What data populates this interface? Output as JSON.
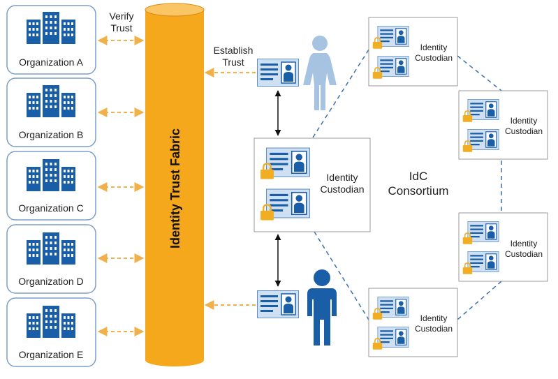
{
  "organizations": [
    {
      "label": "Organization A"
    },
    {
      "label": "Organization B"
    },
    {
      "label": "Organization C"
    },
    {
      "label": "Organization D"
    },
    {
      "label": "Organization E"
    }
  ],
  "fabric": {
    "label": "Identity Trust Fabric"
  },
  "labels": {
    "verify_trust": [
      "Verify",
      "Trust"
    ],
    "establish_trust": [
      "Establish",
      "Trust"
    ]
  },
  "custodian_label": [
    "Identity",
    "Custodian"
  ],
  "consortium": {
    "lines": [
      "IdC",
      "Consortium"
    ]
  },
  "icons": {
    "building": "building-icon",
    "id_card": "id-card-icon",
    "lock": "lock-icon",
    "female_user": "female-user-icon",
    "male_user": "male-user-icon"
  },
  "colors": {
    "org_border": "#7c9fc8",
    "building": "#1a5ea8",
    "fabric": "#f6a81c",
    "fabric_dark": "#d8890c",
    "arrow": "#f0b14a",
    "card_bg": "#cfe0f2",
    "card_border": "#5f8fc4",
    "card_line": "#1a5ea8",
    "lock": "#f2ae22",
    "consortium_line": "#3c6fb0",
    "female_user": "#a7c3e2",
    "male_user": "#1a5ea8",
    "text": "#222222"
  }
}
